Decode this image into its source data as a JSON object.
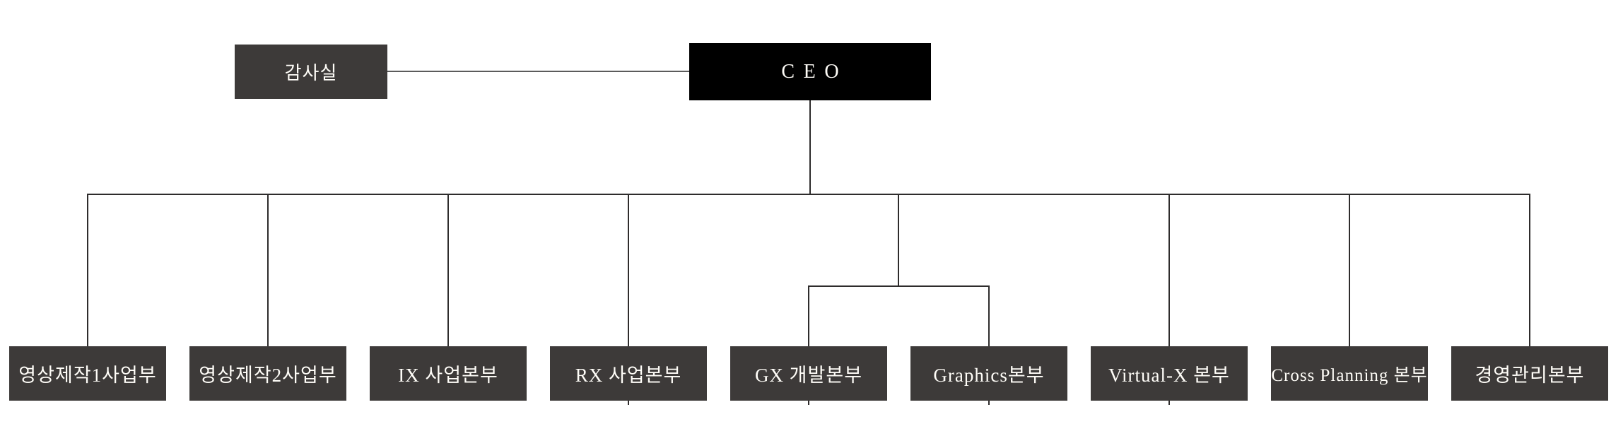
{
  "colors": {
    "background": "#ffffff",
    "ceo_bg": "#000000",
    "node_bg": "#3d3a39",
    "node_text": "#fffdf8",
    "tree_line": "#2e2c2c",
    "staff_line": "#5b5b5b"
  },
  "org_chart": {
    "type": "organizational-chart",
    "root": {
      "label": "CEO"
    },
    "staff": {
      "label": "감사실"
    },
    "departments": [
      {
        "label": "영상제작1사업부"
      },
      {
        "label": "영상제작2사업부"
      },
      {
        "label": "IX 사업본부"
      },
      {
        "label": "RX 사업본부"
      },
      {
        "label": "GX 개발본부"
      },
      {
        "label": "Graphics본부"
      },
      {
        "label": "Virtual-X 본부"
      },
      {
        "label": "Cross Planning 본부"
      },
      {
        "label": "경영관리본부"
      }
    ]
  }
}
